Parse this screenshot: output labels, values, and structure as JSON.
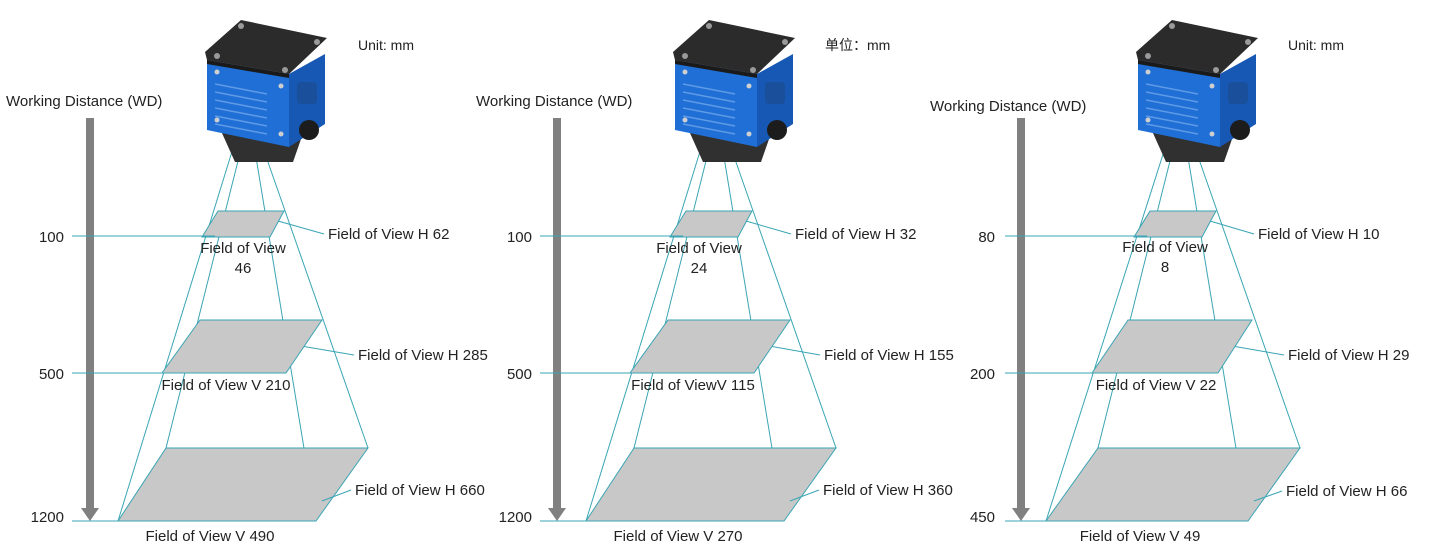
{
  "diagrams": [
    {
      "unit_label": "Unit: mm",
      "axis_label": "Working Distance (WD)",
      "levels": [
        {
          "wd": "100",
          "h_label": "Field of View H 62",
          "v_label_line1": "Field of View",
          "v_label_line2": "46"
        },
        {
          "wd": "500",
          "h_label": "Field of View H 285",
          "v_label_line1": "Field of View V 210",
          "v_label_line2": ""
        },
        {
          "wd": "1200",
          "h_label": "Field of View H 660",
          "v_label_line1": "Field of View V 490",
          "v_label_line2": ""
        }
      ]
    },
    {
      "unit_label": "单位：mm",
      "axis_label": "Working Distance (WD)",
      "levels": [
        {
          "wd": "100",
          "h_label": "Field of View H 32",
          "v_label_line1": "Field of View",
          "v_label_line2": "24"
        },
        {
          "wd": "500",
          "h_label": "Field of View H 155",
          "v_label_line1": "Field of ViewV 115",
          "v_label_line2": ""
        },
        {
          "wd": "1200",
          "h_label": "Field of View H 360",
          "v_label_line1": "Field of View V 270",
          "v_label_line2": ""
        }
      ]
    },
    {
      "unit_label": "Unit: mm",
      "axis_label": "Working Distance (WD)",
      "levels": [
        {
          "wd": "80",
          "h_label": "Field of View H 10",
          "v_label_line1": "Field of View",
          "v_label_line2": "8"
        },
        {
          "wd": "200",
          "h_label": "Field of View H 29",
          "v_label_line1": "Field of View V 22",
          "v_label_line2": ""
        },
        {
          "wd": "450",
          "h_label": "Field of View H 66",
          "v_label_line1": "Field of View V 49",
          "v_label_line2": ""
        }
      ]
    }
  ],
  "colors": {
    "camera_body": "#1f6fd6",
    "camera_top": "#2b2b2b",
    "fov_lines": "#3aa5b4",
    "plane_fill": "#c8c8c8",
    "axis_arrow": "#808080"
  },
  "icons": {
    "camera": "barcode-reader-camera-icon",
    "arrow": "arrow-down-icon"
  }
}
